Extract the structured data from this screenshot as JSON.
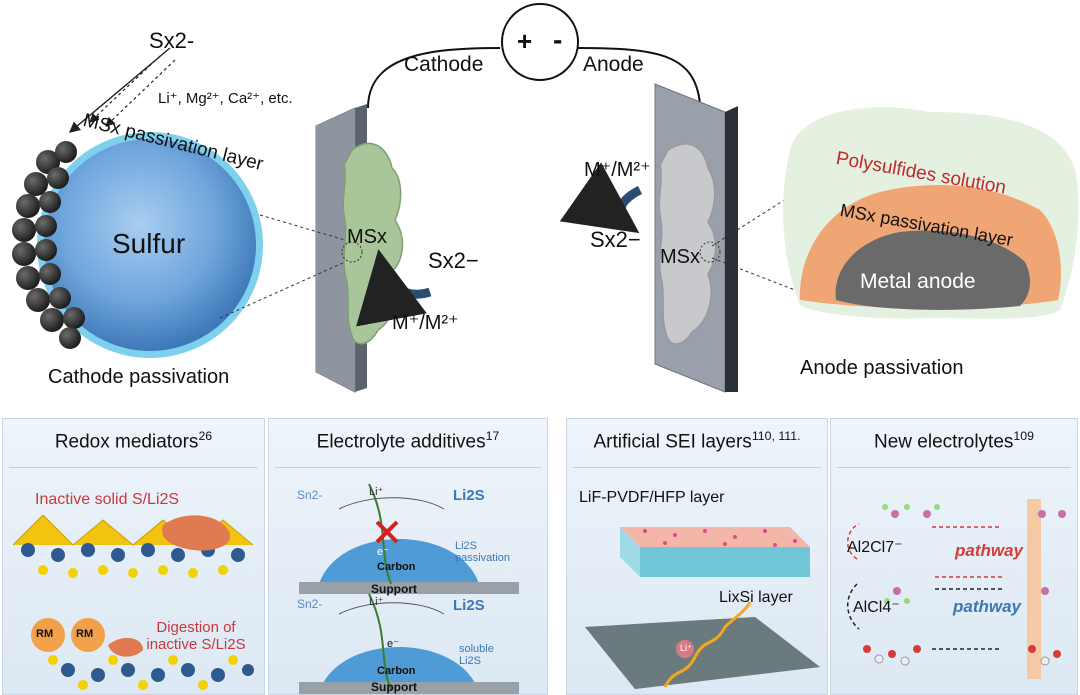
{
  "top": {
    "circuit": {
      "plus": "+",
      "minus": "-"
    },
    "cathode_label": "Cathode",
    "anode_label": "Anode",
    "incoming_species": "Li⁺, Mg²⁺, Ca²⁺, etc.",
    "sx_top": "Sx2-",
    "sulfur_label": "Sulfur",
    "cathode_passivation_layer": "MSx passivation layer",
    "cathode_passivation_title": "Cathode passivation",
    "cathode_msx": "MSx",
    "cathode_sx": "Sx2−",
    "cathode_mplus": "M⁺/M²⁺",
    "anode_mplus": "M⁺/M²⁺",
    "anode_sx": "Sx2−",
    "anode_msx": "MSx",
    "polysulfides": "Polysulfides solution",
    "anode_passivation_layer": "MSx passivation layer",
    "metal_anode": "Metal anode",
    "anode_passivation_title": "Anode passivation"
  },
  "panels": [
    {
      "title": "Redox mediators",
      "ref": "26",
      "labels": [
        "Inactive solid S/Li2S",
        "Digestion of inactive S/Li2S",
        "RM",
        "RM"
      ]
    },
    {
      "title": "Electrolyte additives",
      "ref": "17",
      "labels": [
        "Sn2-",
        "Li⁺",
        "Li2S",
        "e⁻",
        "Li2S passivation",
        "Carbon",
        "Support",
        "Sn2-",
        "Li⁺",
        "Li2S",
        "e⁻",
        "soluble Li2S",
        "Carbon",
        "Support"
      ]
    },
    {
      "title": "Artificial SEI layers",
      "ref": "110, 111.",
      "labels": [
        "LiF-PVDF/HFP layer",
        "LixSi layer",
        "Li⁺"
      ]
    },
    {
      "title": "New electrolytes",
      "ref": "109",
      "labels": [
        "Al2Cl7⁻",
        "AlCl4⁻",
        "pathway",
        "pathway"
      ]
    }
  ],
  "colors": {
    "cathode_sphere": "#6fa6dd",
    "passivation_orange": "#f0a574",
    "polysulfides_text": "#c3282c",
    "digestion_text": "#c83a3a",
    "pathway_red": "#d63b3b",
    "pathway_blue": "#3c78b4",
    "electrode_grey": "#8f96a3"
  }
}
